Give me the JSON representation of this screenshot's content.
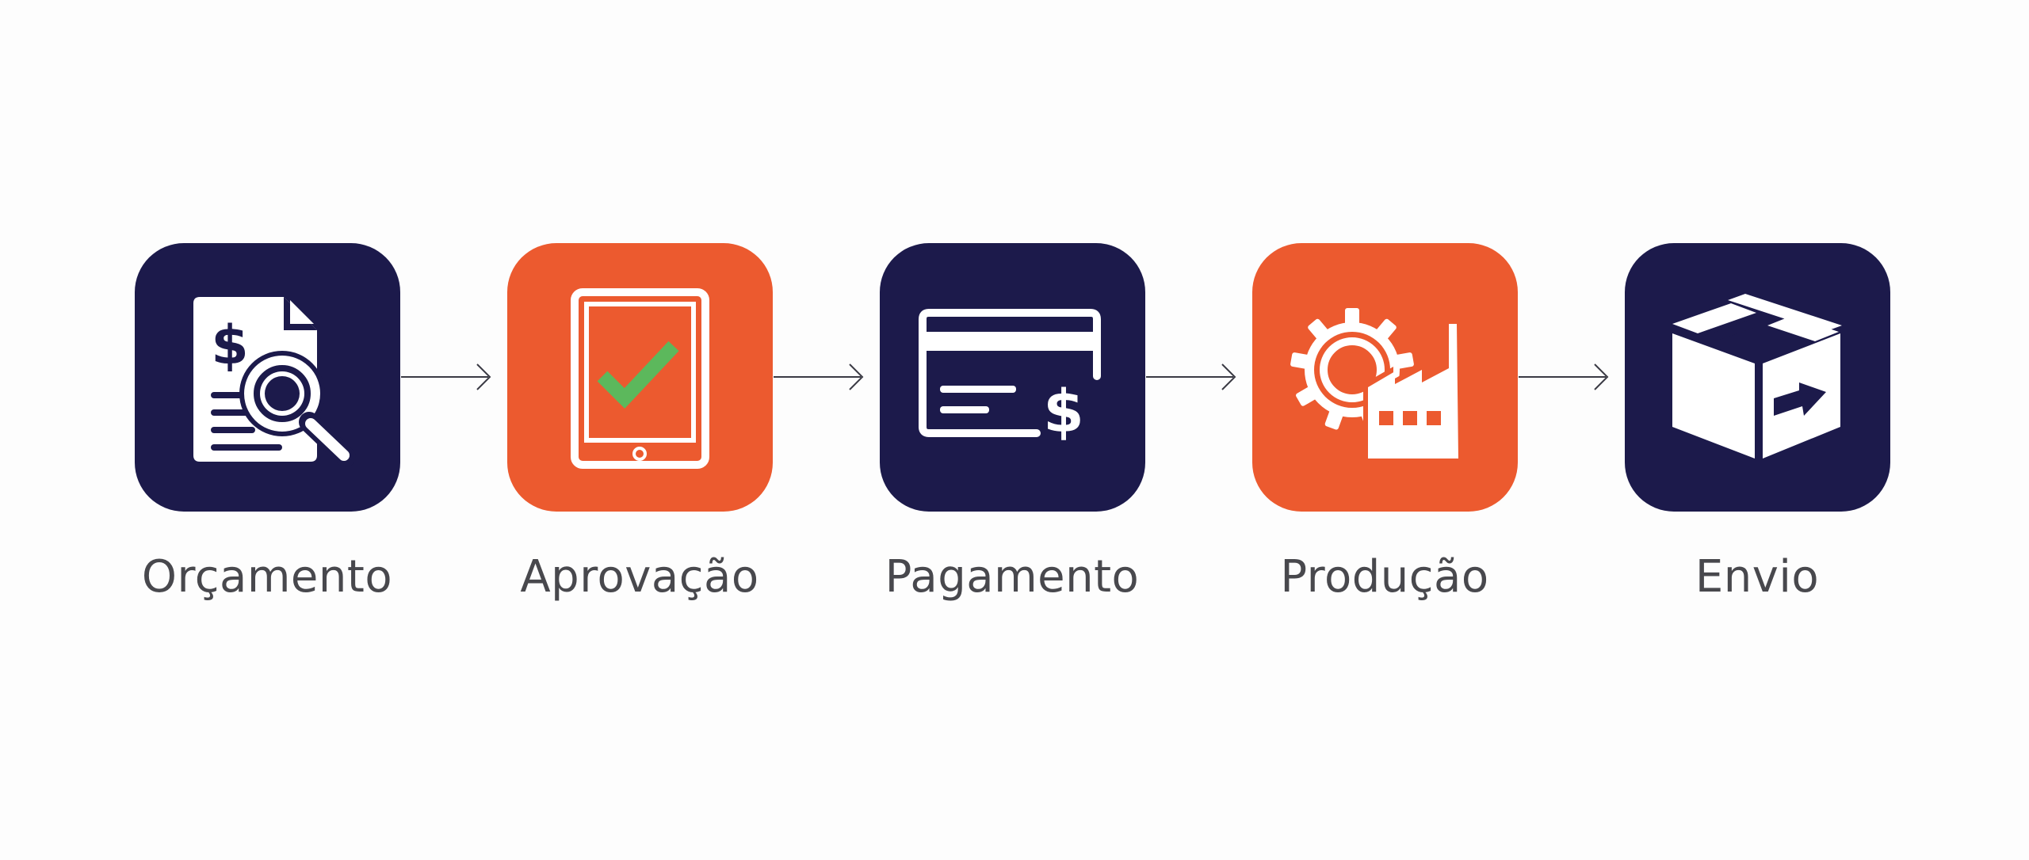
{
  "diagram": {
    "steps": [
      {
        "label": "Orçamento",
        "icon": "quote-document-search-icon",
        "color": "#1c1a4b"
      },
      {
        "label": "Aprovação",
        "icon": "tablet-checkmark-icon",
        "color": "#ec5a2f"
      },
      {
        "label": "Pagamento",
        "icon": "credit-card-dollar-icon",
        "color": "#1c1a4b"
      },
      {
        "label": "Produção",
        "icon": "factory-gear-icon",
        "color": "#ec5a2f"
      },
      {
        "label": "Envio",
        "icon": "shipping-box-icon",
        "color": "#1c1a4b"
      }
    ],
    "colors": {
      "navy": "#1c1a4b",
      "orange": "#ec5a2f",
      "check_green": "#5cb85c",
      "label_text": "#48484d",
      "connector": "#3a3a44"
    }
  }
}
